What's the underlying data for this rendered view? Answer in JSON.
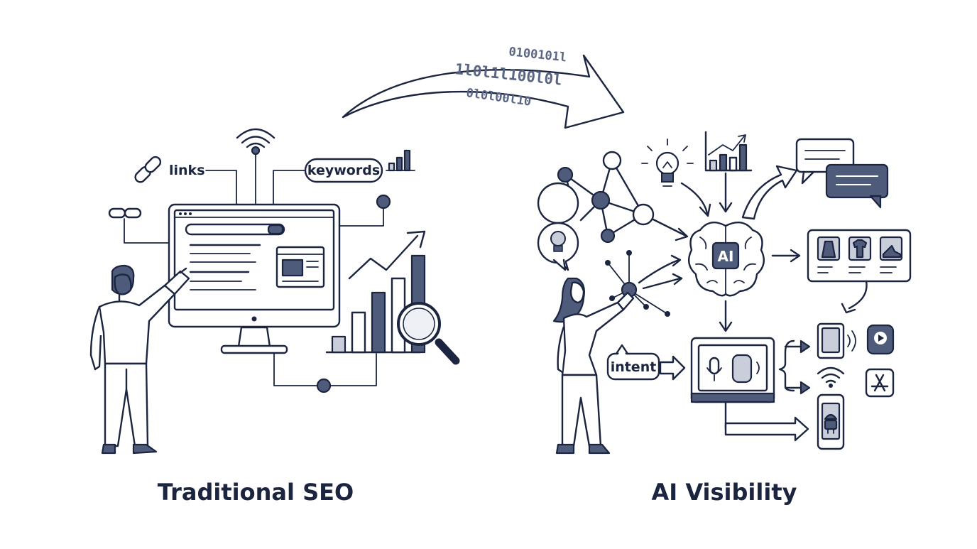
{
  "labels": {
    "left_title": "Traditional SEO",
    "right_title": "AI Visibility",
    "links": "links",
    "keywords": "keywords",
    "intent": "intent",
    "ai": "AI"
  },
  "binary_strings": [
    "0100101l",
    "1l0l1l100l0l",
    "0l0l00l10"
  ],
  "colors": {
    "ink": "#1b2540",
    "slate": "#4f5b7a",
    "light": "#c9ceda",
    "background": "#ffffff"
  },
  "icons": [
    "link-icon",
    "wifi-icon",
    "bar-chart-icon",
    "search-bar",
    "magnifying-glass-icon",
    "network-graph",
    "lightbulb-icon",
    "brain-icon",
    "chat-bubbles-icon",
    "product-cards",
    "microphone-icon",
    "smart-speaker-icon",
    "tablet-icon",
    "app-store-icon",
    "android-phone-icon",
    "podcast-icon"
  ]
}
